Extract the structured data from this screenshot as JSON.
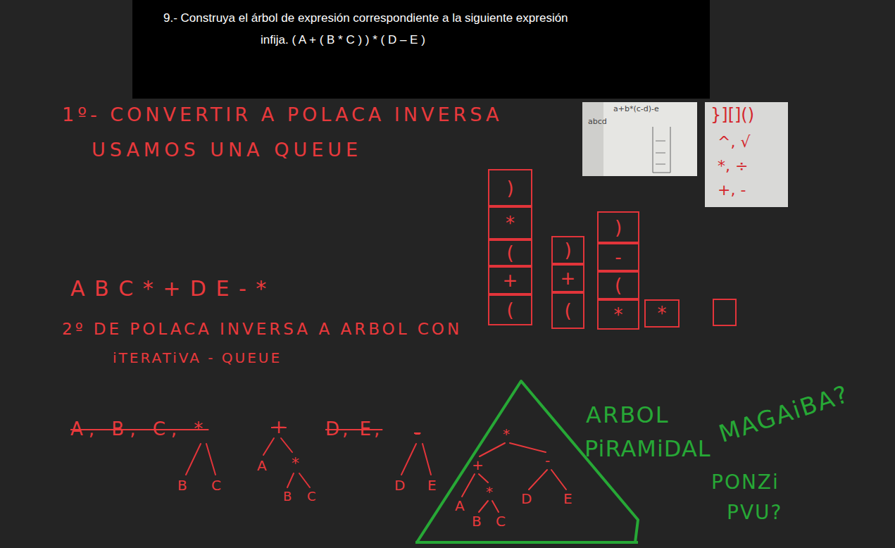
{
  "diagram": {
    "nodes": [
      {
        "text": [
          "9.- Construya el árbol de expresión correspondiente a la siguiente expresión",
          "infija. ( A + ( B * C ) ) * ( D – E )"
        ]
      },
      {
        "text": [
          "a+b*(c-d)-e",
          "abcd"
        ]
      },
      {
        "text": [
          "}][]()",
          "^, √",
          "*, ÷",
          "+, -"
        ]
      },
      {
        "text": [
          ")"
        ]
      },
      {
        "text": [
          "*"
        ]
      },
      {
        "text": [
          "("
        ]
      },
      {
        "text": [
          "+"
        ]
      },
      {
        "text": [
          "("
        ]
      },
      {
        "text": [
          ")"
        ]
      },
      {
        "text": [
          "+"
        ]
      },
      {
        "text": [
          "("
        ]
      },
      {
        "text": [
          ")"
        ]
      },
      {
        "text": [
          "-"
        ]
      },
      {
        "text": [
          "("
        ]
      },
      {
        "text": [
          "*"
        ]
      },
      {
        "text": [
          "*"
        ]
      },
      {
        "text": [
          "*",
          "+",
          "-",
          "A",
          "*",
          "D",
          "E",
          "B",
          "C"
        ]
      }
    ],
    "labels": [
      "1º- CONVERTIR A POLACA INVERSA",
      "USAMOS UNA QUEUE",
      "A B C * + D E - *",
      "2º DE POLACA INVERSA A ARBOL CON",
      "iTERATiVA - QUEUE",
      "A, B, C, *",
      "B",
      "C",
      "+",
      "A",
      "*",
      "B",
      "C",
      "D, E,",
      "-",
      "D",
      "E",
      "MAGAiBA?",
      "ARBOL",
      "PiRAMiDAL",
      "PONZi",
      "PVU?"
    ]
  }
}
